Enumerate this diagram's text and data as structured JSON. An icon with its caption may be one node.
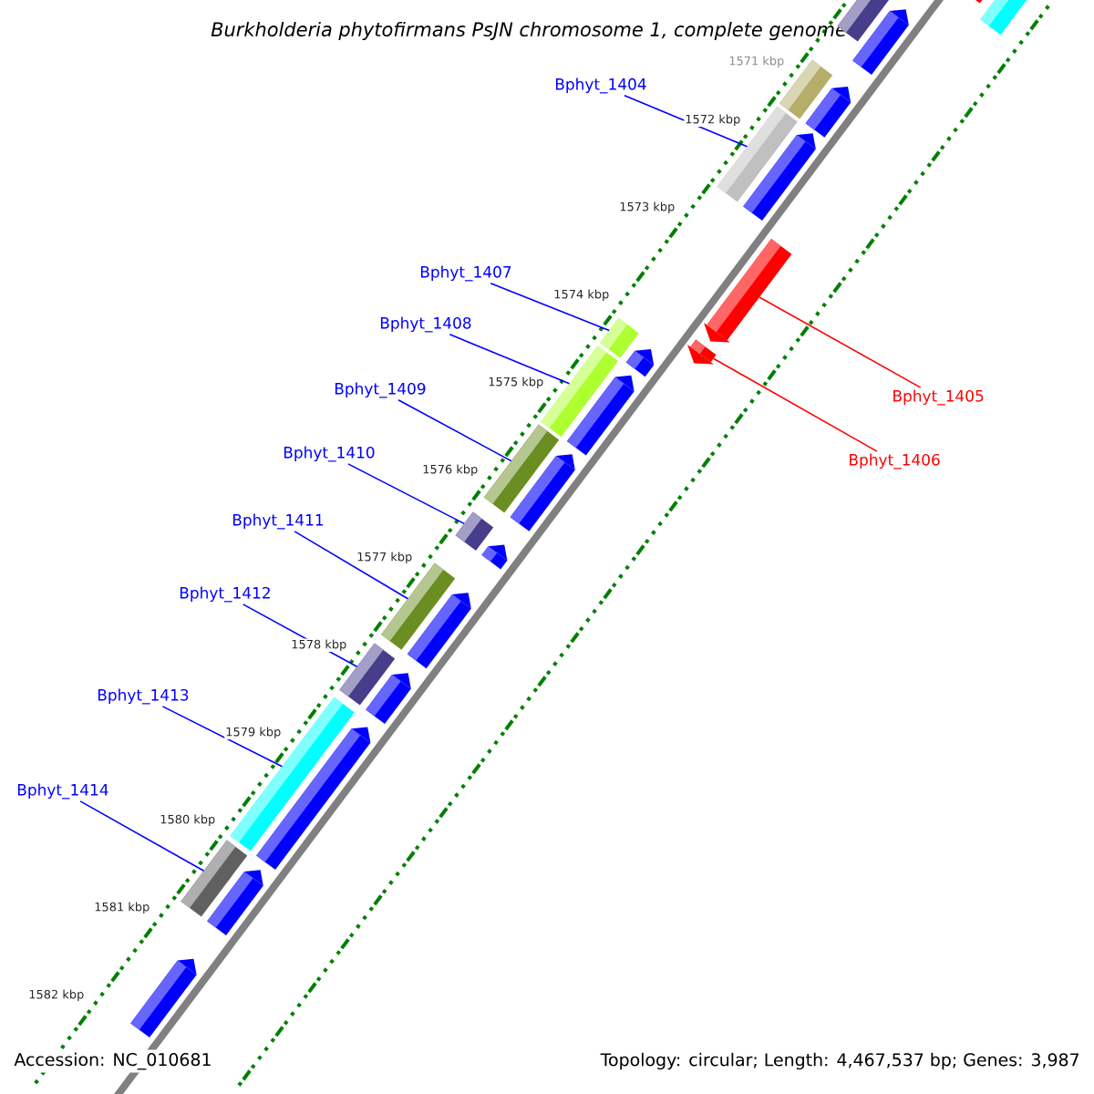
{
  "diagram": {
    "title": "Burkholderia phytofirmans PsJN chromosome 1, complete genome",
    "nodes": [
      {
        "text": [
          "Bphyt_1404"
        ]
      },
      {
        "text": [
          "Bphyt_1407"
        ]
      },
      {
        "text": [
          "Bphyt_1408"
        ]
      },
      {
        "text": [
          "Bphyt_1409"
        ]
      },
      {
        "text": [
          "Bphyt_1405"
        ]
      },
      {
        "text": [
          "Bphyt_1410"
        ]
      },
      {
        "text": [
          "Bphyt_1406"
        ]
      },
      {
        "text": [
          "Bphyt_1411"
        ]
      },
      {
        "text": [
          "Bphyt_1412"
        ]
      },
      {
        "text": [
          "Bphyt_1413"
        ]
      },
      {
        "text": [
          "Bphyt_1414"
        ]
      },
      {
        "text": [],
        "shape": "bar"
      },
      {
        "text": [],
        "shape": "bar"
      },
      {
        "text": [],
        "shape": "bar"
      },
      {
        "text": [],
        "shape": "arrow"
      },
      {
        "text": [],
        "shape": "bar"
      },
      {
        "text": [],
        "shape": "arrow"
      },
      {
        "text": [],
        "shape": "bar"
      },
      {
        "text": [],
        "shape": "arrow"
      },
      {
        "text": [],
        "shape": "arrow"
      },
      {
        "text": [],
        "shape": "arrow"
      },
      {
        "text": [],
        "shape": "bar"
      },
      {
        "text": [],
        "shape": "arrow"
      },
      {
        "text": [],
        "shape": "bar"
      },
      {
        "text": [],
        "shape": "arrow"
      },
      {
        "text": [],
        "shape": "bar"
      },
      {
        "text": [],
        "shape": "arrow"
      },
      {
        "text": [],
        "shape": "bar"
      },
      {
        "text": [],
        "shape": "arrow"
      },
      {
        "text": [],
        "shape": "bar"
      },
      {
        "text": [],
        "shape": "arrow"
      },
      {
        "text": [],
        "shape": "bar"
      },
      {
        "text": [],
        "shape": "arrow"
      },
      {
        "text": [],
        "shape": "bar"
      },
      {
        "text": [],
        "shape": "arrow"
      },
      {
        "text": [],
        "shape": "bar"
      },
      {
        "text": [],
        "shape": "arrow"
      },
      {
        "text": [],
        "shape": "arrow"
      }
    ],
    "edges": [
      {
        "from": 0,
        "to": 17,
        "arrow": "none"
      },
      {
        "from": 1,
        "to": 21,
        "arrow": "none"
      },
      {
        "from": 2,
        "to": 23,
        "arrow": "none"
      },
      {
        "from": 3,
        "to": 25,
        "arrow": "none"
      },
      {
        "from": 4,
        "to": 19,
        "arrow": "none",
        "color": "#ff0000"
      },
      {
        "from": 5,
        "to": 27,
        "arrow": "none"
      },
      {
        "from": 6,
        "to": 20,
        "arrow": "none",
        "color": "#ff0000"
      },
      {
        "from": 7,
        "to": 29,
        "arrow": "none"
      },
      {
        "from": 8,
        "to": 31,
        "arrow": "none"
      },
      {
        "from": 9,
        "to": 33,
        "arrow": "none"
      },
      {
        "from": 10,
        "to": 35,
        "arrow": "none"
      }
    ],
    "labels": [
      "1571 kbp",
      "1572 kbp",
      "1573 kbp",
      "1574 kbp",
      "1575 kbp",
      "1576 kbp",
      "1577 kbp",
      "1578 kbp",
      "1579 kbp",
      "1580 kbp",
      "1581 kbp",
      "1582 kbp",
      "Accession: NC_010681",
      "Topology: circular; Length: 4,467,537 bp; Genes: 3,987"
    ]
  }
}
